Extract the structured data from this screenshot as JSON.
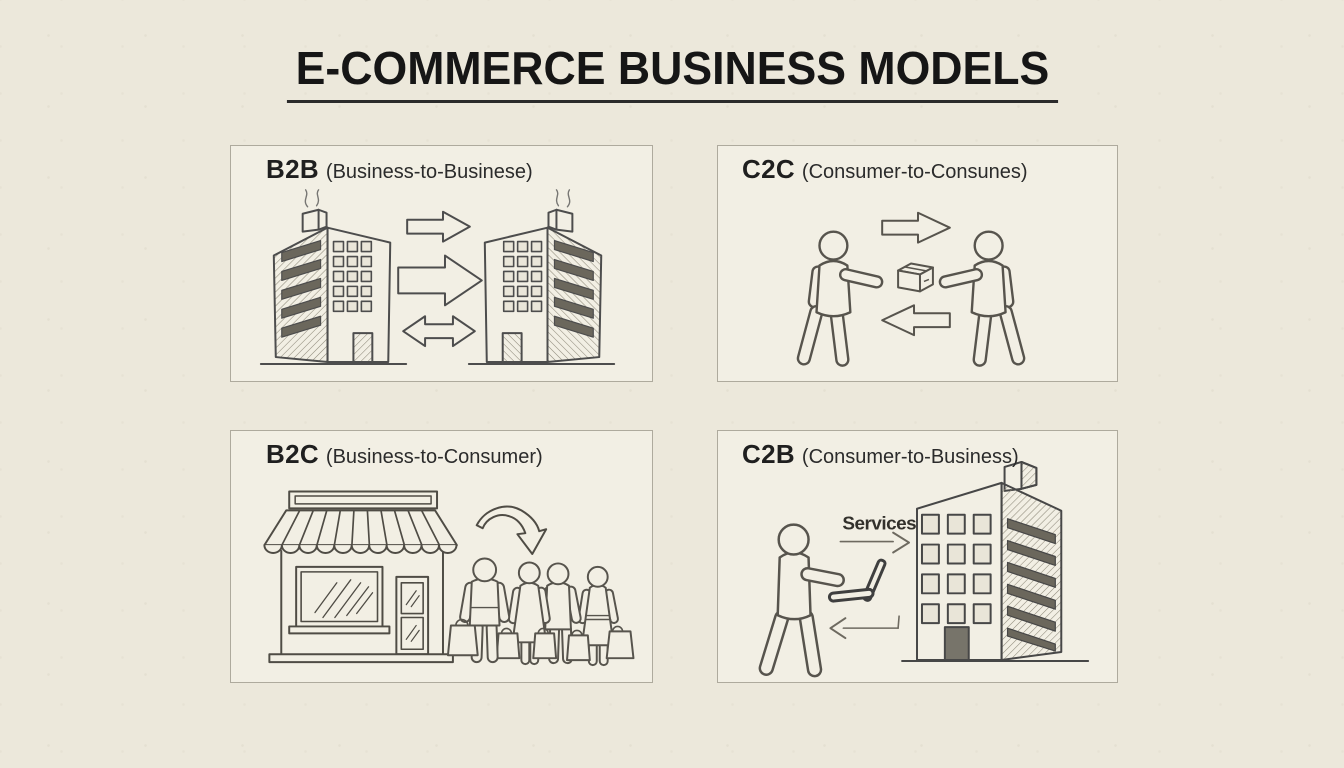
{
  "page": {
    "title": "E-COMMERCE BUSINESS MODELS"
  },
  "colors": {
    "background": "#ece8db",
    "panel_background": "#f2efe4",
    "panel_border": "#aeaa9d",
    "ink": "#1f1f1f",
    "sketch_stroke": "#4d4d4d"
  },
  "panels": [
    {
      "code": "B2B",
      "expansion": "(Business-to-Businese)",
      "illustration": "two-buildings-with-exchange-arrows"
    },
    {
      "code": "C2C",
      "expansion": "(Consumer-to-Consunes)",
      "illustration": "two-people-exchanging-package"
    },
    {
      "code": "B2C",
      "expansion": "(Business-to-Consumer)",
      "illustration": "storefront-with-shoppers"
    },
    {
      "code": "C2B",
      "expansion": "(Consumer-to-Business)",
      "illustration": "person-with-laptop-offering-services-to-business",
      "labels": {
        "services": "Services"
      }
    }
  ]
}
